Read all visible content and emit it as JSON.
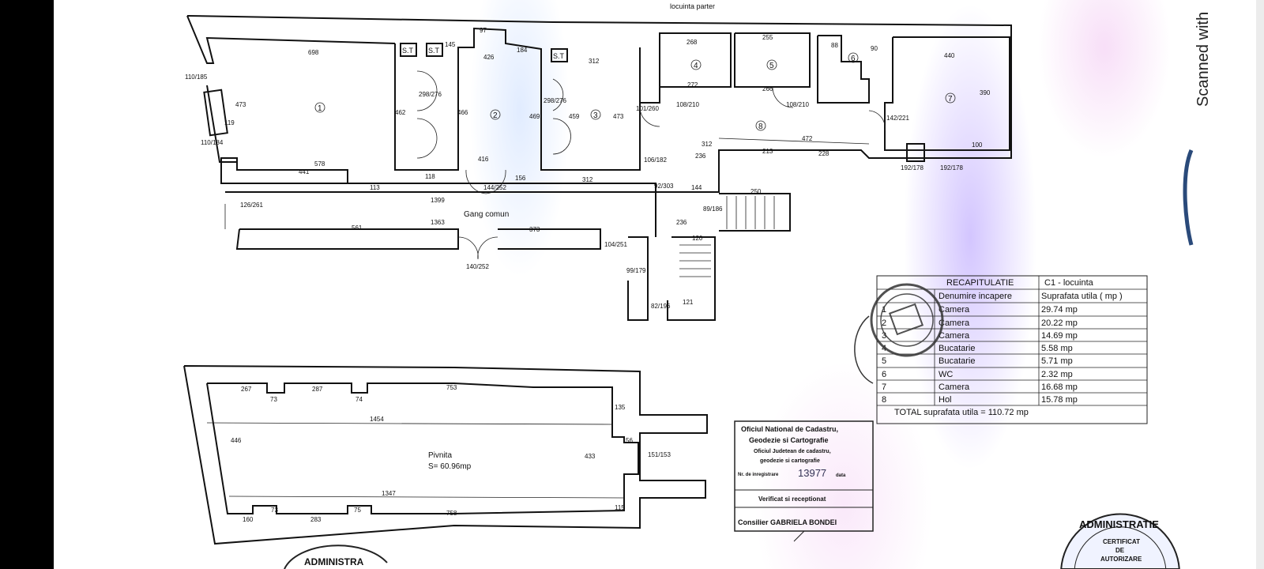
{
  "caption": "locuinta parter",
  "watermark": "Scanned with",
  "rooms": [
    "1",
    "2",
    "3",
    "4",
    "5",
    "6",
    "7",
    "8"
  ],
  "st_label": "S.T",
  "corridor_label": "Gang comun",
  "dims": [
    "698",
    "426",
    "312",
    "97",
    "184",
    "145",
    "473",
    "119",
    "110/185",
    "110/184",
    "298/276",
    "298/276",
    "462",
    "466",
    "469",
    "459",
    "473",
    "578",
    "441",
    "416",
    "113",
    "118",
    "156",
    "312",
    "144/252",
    "1399",
    "1363",
    "561",
    "373",
    "126/261",
    "140/252",
    "268",
    "272",
    "255",
    "266",
    "88",
    "440",
    "90",
    "390",
    "472",
    "213",
    "228",
    "236",
    "312",
    "101/260",
    "106/182",
    "108/210",
    "108/210",
    "142/221",
    "192/178",
    "192/178",
    "92/303",
    "144",
    "250",
    "89/186",
    "120",
    "104/251",
    "99/179",
    "82/196",
    "121",
    "236",
    "100"
  ],
  "basement": {
    "name": "Pivnita",
    "area": "S= 60.96mp",
    "dims": [
      "267",
      "287",
      "753",
      "73",
      "74",
      "1454",
      "446",
      "433",
      "151/153",
      "1347",
      "160",
      "283",
      "758",
      "73",
      "75",
      "56",
      "135",
      "115"
    ]
  },
  "table": {
    "title": "RECAPITULATIE",
    "subtitle": "C1 - locuinta",
    "col_name": "Denumire incapere",
    "col_area": "Suprafata utila ( mp )",
    "rows": [
      {
        "nr": "1",
        "name": "Camera",
        "area": "29.74 mp"
      },
      {
        "nr": "2",
        "name": "Camera",
        "area": "20.22 mp"
      },
      {
        "nr": "3",
        "name": "Camera",
        "area": "14.69 mp"
      },
      {
        "nr": "4",
        "name": "Bucatarie",
        "area": "5.58 mp"
      },
      {
        "nr": "5",
        "name": "Bucatarie",
        "area": "5.71 mp"
      },
      {
        "nr": "6",
        "name": "WC",
        "area": "2.32 mp"
      },
      {
        "nr": "7",
        "name": "Camera",
        "area": "16.68 mp"
      },
      {
        "nr": "8",
        "name": "Hol",
        "area": "15.78 mp"
      }
    ],
    "total": "TOTAL suprafata utila = 110.72 mp"
  },
  "stamp_box": {
    "line1": "Oficiul National de Cadastru,",
    "line2": "Geodezie si Cartografie",
    "line3": "Oficiul Judetean de cadastru,",
    "line4": "geodezie si cartografie",
    "reg_label": "Nr. de inregistrare",
    "reg_value": "13977",
    "date_label": "data",
    "verified": "Verificat si receptionat",
    "signer": "Consilier GABRIELA BONDEI"
  },
  "seals": {
    "bottom_left": "ADMINISTRA",
    "bottom_right": "ADMINISTRATIE",
    "bottom_right_inner": [
      "CERTIFICAT",
      "DE",
      "AUTORIZARE"
    ]
  }
}
